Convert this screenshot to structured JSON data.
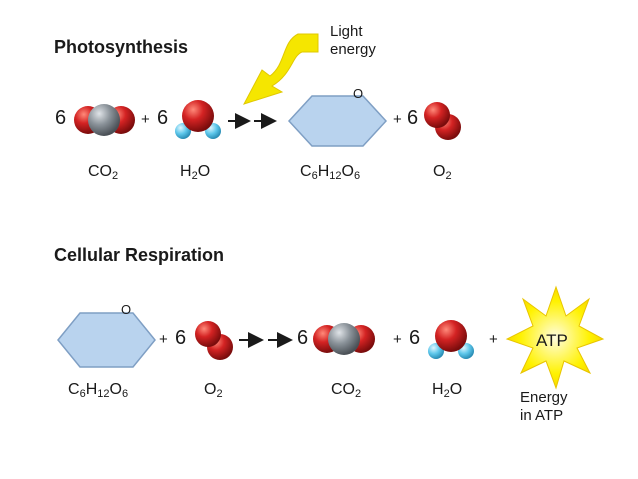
{
  "photosynthesis": {
    "title": "Photosynthesis",
    "light_label_line1": "Light",
    "light_label_line2": "energy",
    "coef_co2": "6",
    "plus1": "+",
    "coef_h2o": "6",
    "plus2": "+",
    "coef_o2": "6",
    "ring_atom": "O",
    "co2": {
      "base1": "CO",
      "sub1": "2"
    },
    "h2o": {
      "base1": "H",
      "sub1": "2",
      "base2": "O"
    },
    "glucose": {
      "b1": "C",
      "s1": "6",
      "b2": "H",
      "s2": "12",
      "b3": "O",
      "s3": "6"
    },
    "o2": {
      "base1": "O",
      "sub1": "2"
    }
  },
  "respiration": {
    "title": "Cellular Respiration",
    "ring_atom": "O",
    "plus1": "+",
    "coef_o2": "6",
    "coef_co2": "6",
    "plus2": "+",
    "coef_h2o": "6",
    "plus3": "+",
    "atp": "ATP",
    "energy_line1": "Energy",
    "energy_line2": "in ATP",
    "glucose": {
      "b1": "C",
      "s1": "6",
      "b2": "H",
      "s2": "12",
      "b3": "O",
      "s3": "6"
    },
    "o2": {
      "base1": "O",
      "sub1": "2"
    },
    "co2": {
      "base1": "CO",
      "sub1": "2"
    },
    "h2o": {
      "base1": "H",
      "sub1": "2",
      "base2": "O"
    }
  },
  "colors": {
    "oxygen": "#d42323",
    "carbon": "#8a9299",
    "hydrogen": "#5cc6ea",
    "glucose_fill": "#b9d3ee",
    "glucose_stroke": "#7f9fc4",
    "light_arrow": "#f5e600",
    "atp_star": "#fff200"
  }
}
